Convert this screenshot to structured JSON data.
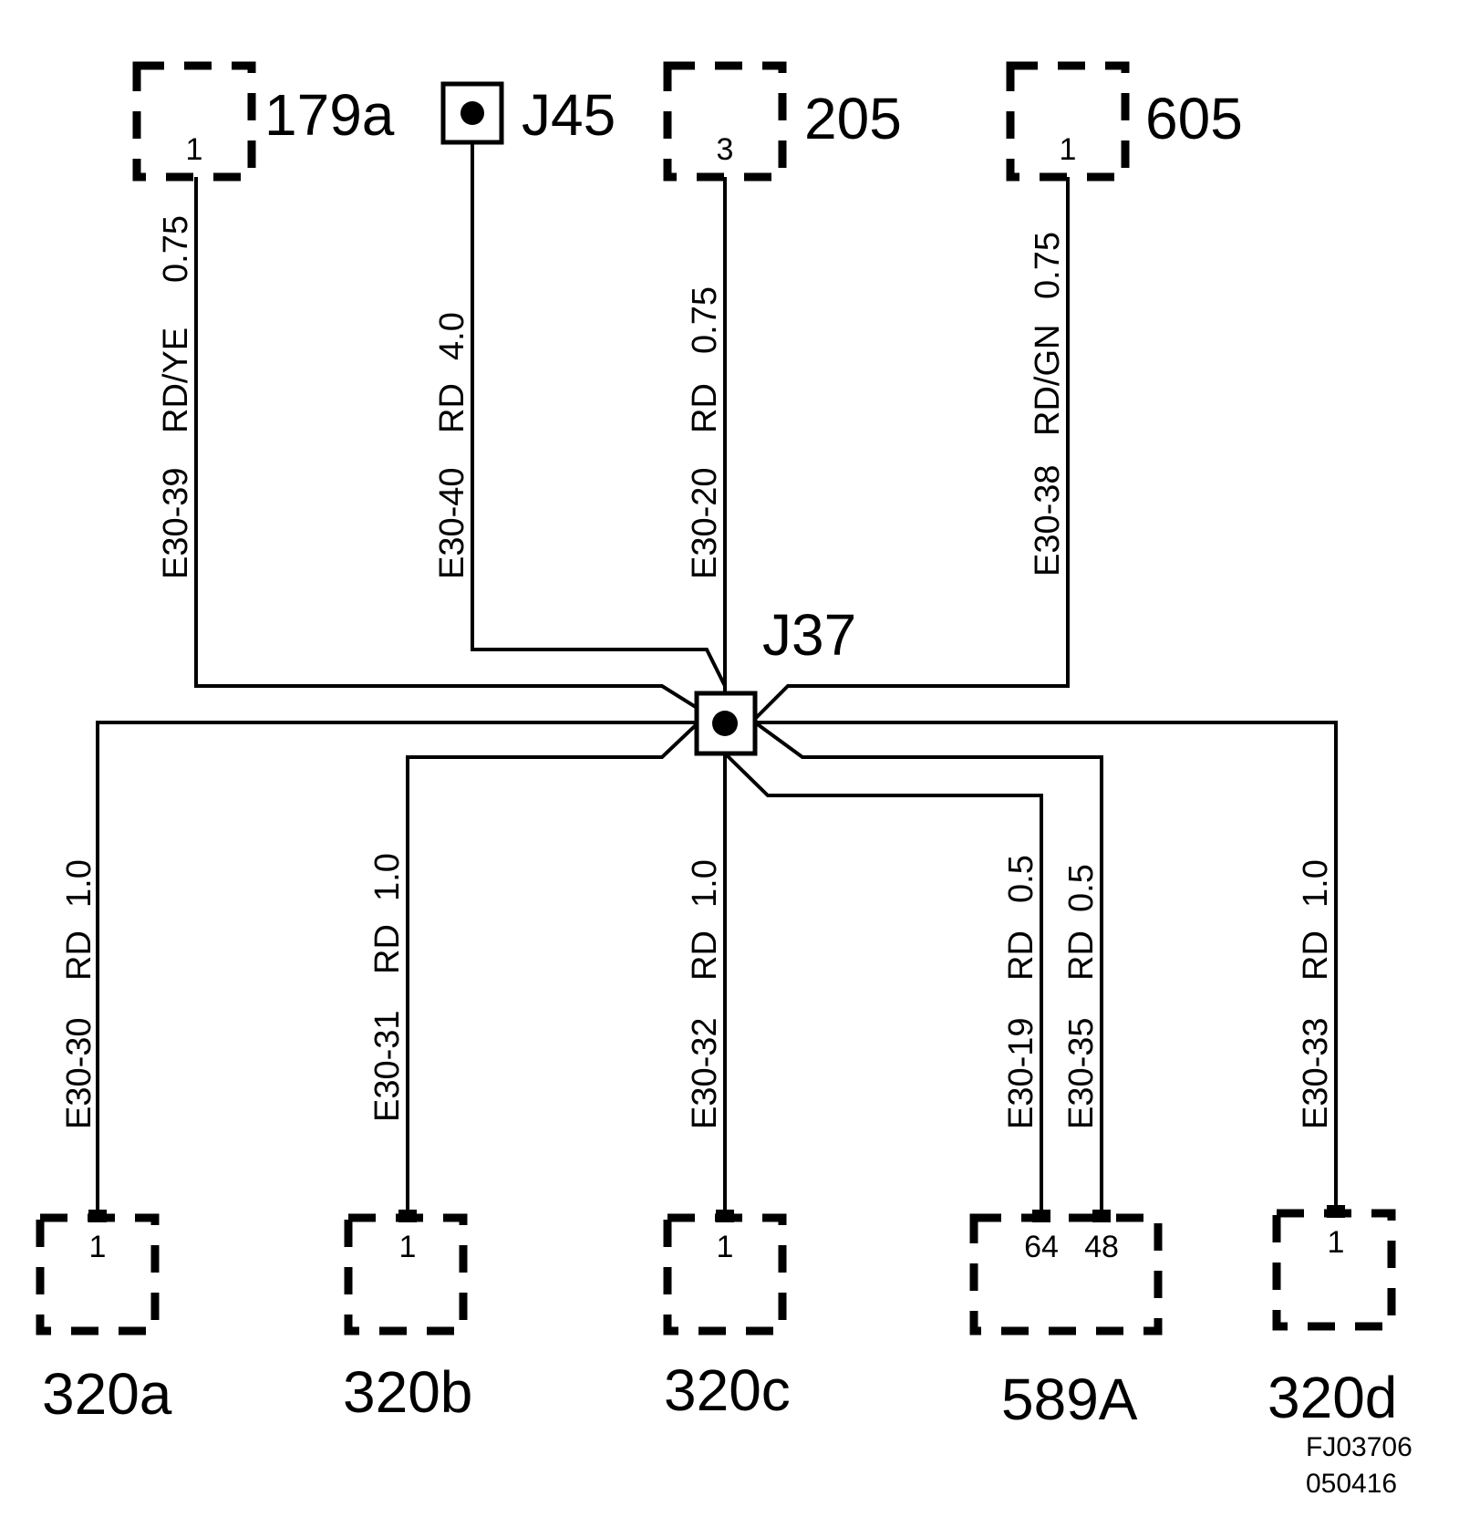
{
  "junction": {
    "label": "J37"
  },
  "splice_top": {
    "label": "J45"
  },
  "connectors_top": [
    {
      "label": "179a",
      "pin": "1"
    },
    {
      "label": "205",
      "pin": "3"
    },
    {
      "label": "605",
      "pin": "1"
    }
  ],
  "connectors_bottom": [
    {
      "label": "320a",
      "pin": "1"
    },
    {
      "label": "320b",
      "pin": "1"
    },
    {
      "label": "320c",
      "pin": "1"
    },
    {
      "label": "589A",
      "pin_a": "64",
      "pin_b": "48"
    },
    {
      "label": "320d",
      "pin": "1"
    }
  ],
  "wires": [
    {
      "circuit": "E30-39",
      "color": "RD/YE",
      "size": "0.75"
    },
    {
      "circuit": "E30-40",
      "color": "RD",
      "size": "4.0"
    },
    {
      "circuit": "E30-20",
      "color": "RD",
      "size": "0.75"
    },
    {
      "circuit": "E30-38",
      "color": "RD/GN",
      "size": "0.75"
    },
    {
      "circuit": "E30-30",
      "color": "RD",
      "size": "1.0"
    },
    {
      "circuit": "E30-31",
      "color": "RD",
      "size": "1.0"
    },
    {
      "circuit": "E30-32",
      "color": "RD",
      "size": "1.0"
    },
    {
      "circuit": "E30-19",
      "color": "RD",
      "size": "0.5"
    },
    {
      "circuit": "E30-35",
      "color": "RD",
      "size": "0.5"
    },
    {
      "circuit": "E30-33",
      "color": "RD",
      "size": "1.0"
    }
  ],
  "figure_code": {
    "line1": "FJ03706",
    "line2": "050416"
  }
}
